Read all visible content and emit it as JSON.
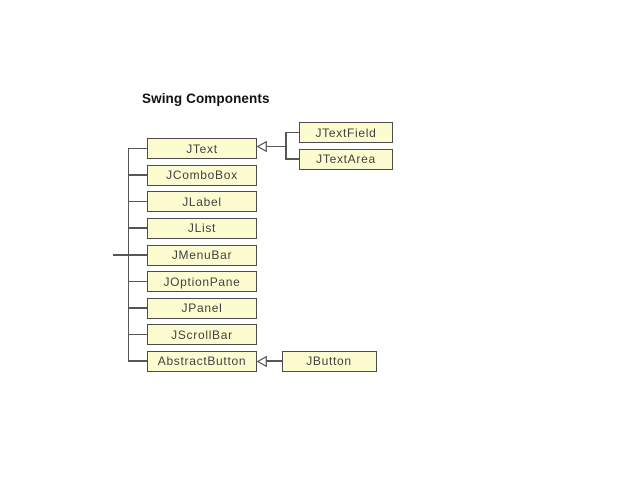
{
  "title": "Swing Components",
  "nodes": {
    "left_column": [
      "JText",
      "JComboBox",
      "JLabel",
      "JList",
      "JMenuBar",
      "JOptionPane",
      "JPanel",
      "JScrollBar",
      "AbstractButton"
    ],
    "jtext_children": [
      "JTextField",
      "JTextArea"
    ],
    "abstractbutton_children": [
      "JButton"
    ]
  },
  "edges": [
    {
      "from": "JTextField",
      "to": "JText",
      "type": "inheritance"
    },
    {
      "from": "JTextArea",
      "to": "JText",
      "type": "inheritance"
    },
    {
      "from": "JButton",
      "to": "AbstractButton",
      "type": "inheritance"
    }
  ],
  "icons": {
    "inheritance_arrow": "open-triangle-pointing-left"
  },
  "colors": {
    "background": "#FFFFFF",
    "title_text": "#111111",
    "node_fill": "#FCFCD0",
    "node_border": "#4C4C4C",
    "node_text": "#3F3F3F",
    "line": "#565656"
  }
}
